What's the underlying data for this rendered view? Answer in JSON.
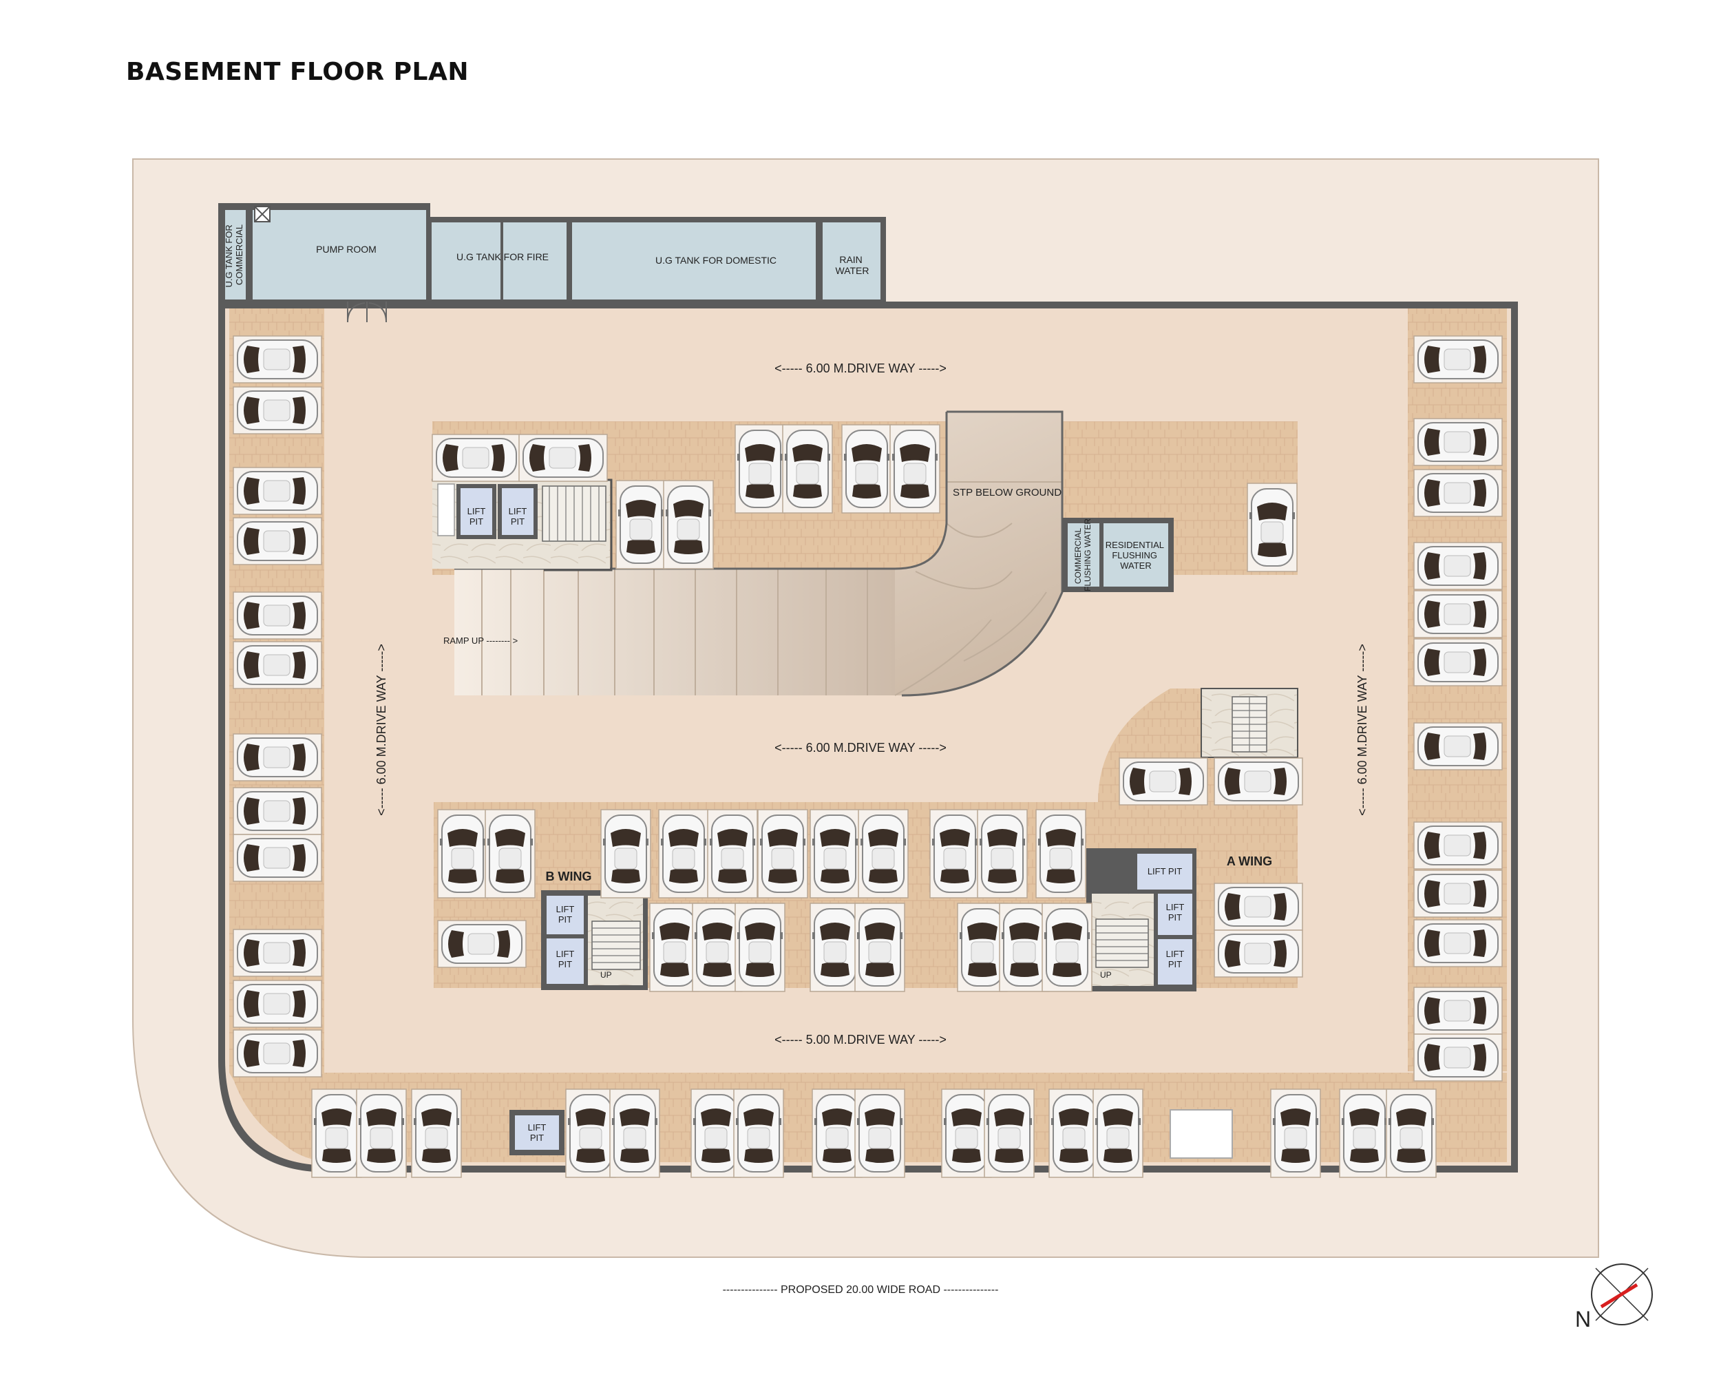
{
  "title": "BASEMENT FLOOR PLAN",
  "labels": {
    "pump_room": "PUMP ROOM",
    "ug_tank_commercial": [
      "U.G TANK FOR",
      "COMMERCIAL"
    ],
    "ug_tank_fire": "U.G TANK FOR FIRE",
    "ug_tank_domestic": "U.G TANK FOR DOMESTIC",
    "rain_water": [
      "RAIN",
      "WATER"
    ],
    "stp": "STP BELOW GROUND",
    "commercial_flushing": [
      "COMMERCIAL",
      "FLUSHING WATER"
    ],
    "residential_flushing": [
      "RESIDENTIAL",
      "FLUSHING",
      "WATER"
    ],
    "ramp_up": "RAMP UP -------- >",
    "lift_pit": [
      "LIFT",
      "PIT"
    ],
    "lift_pit_single": "LIFT PIT",
    "up": "UP",
    "b_wing": "B WING",
    "a_wing": "A WING",
    "driveway_top": "<----- 6.00 M.DRIVE WAY ----->",
    "driveway_middle": "<----- 6.00 M.DRIVE WAY ----->",
    "driveway_bottom": "<----- 5.00 M.DRIVE WAY ----->",
    "driveway_left": "<----- 6.00 M.DRIVE WAY ----->",
    "driveway_right": "<----- 6.00 M.DRIVE WAY ----->",
    "road": "--------------- PROPOSED 20.00 WIDE ROAD ---------------",
    "north": "N"
  },
  "colors": {
    "site": "#f3e8de",
    "floor": "#efdccb",
    "parking": "#e3c4a2",
    "wall": "#5b5b5b",
    "tank": "#c9d9df",
    "lift": "#d3dcee",
    "ramp": "#d9cbbd",
    "car_body": "#f4f4f4",
    "car_glass": "#3a2f28",
    "north_arrow": "#d81e1e"
  },
  "icons": [
    "car-icon",
    "north-arrow-icon",
    "door-icon",
    "staircase-icon"
  ]
}
